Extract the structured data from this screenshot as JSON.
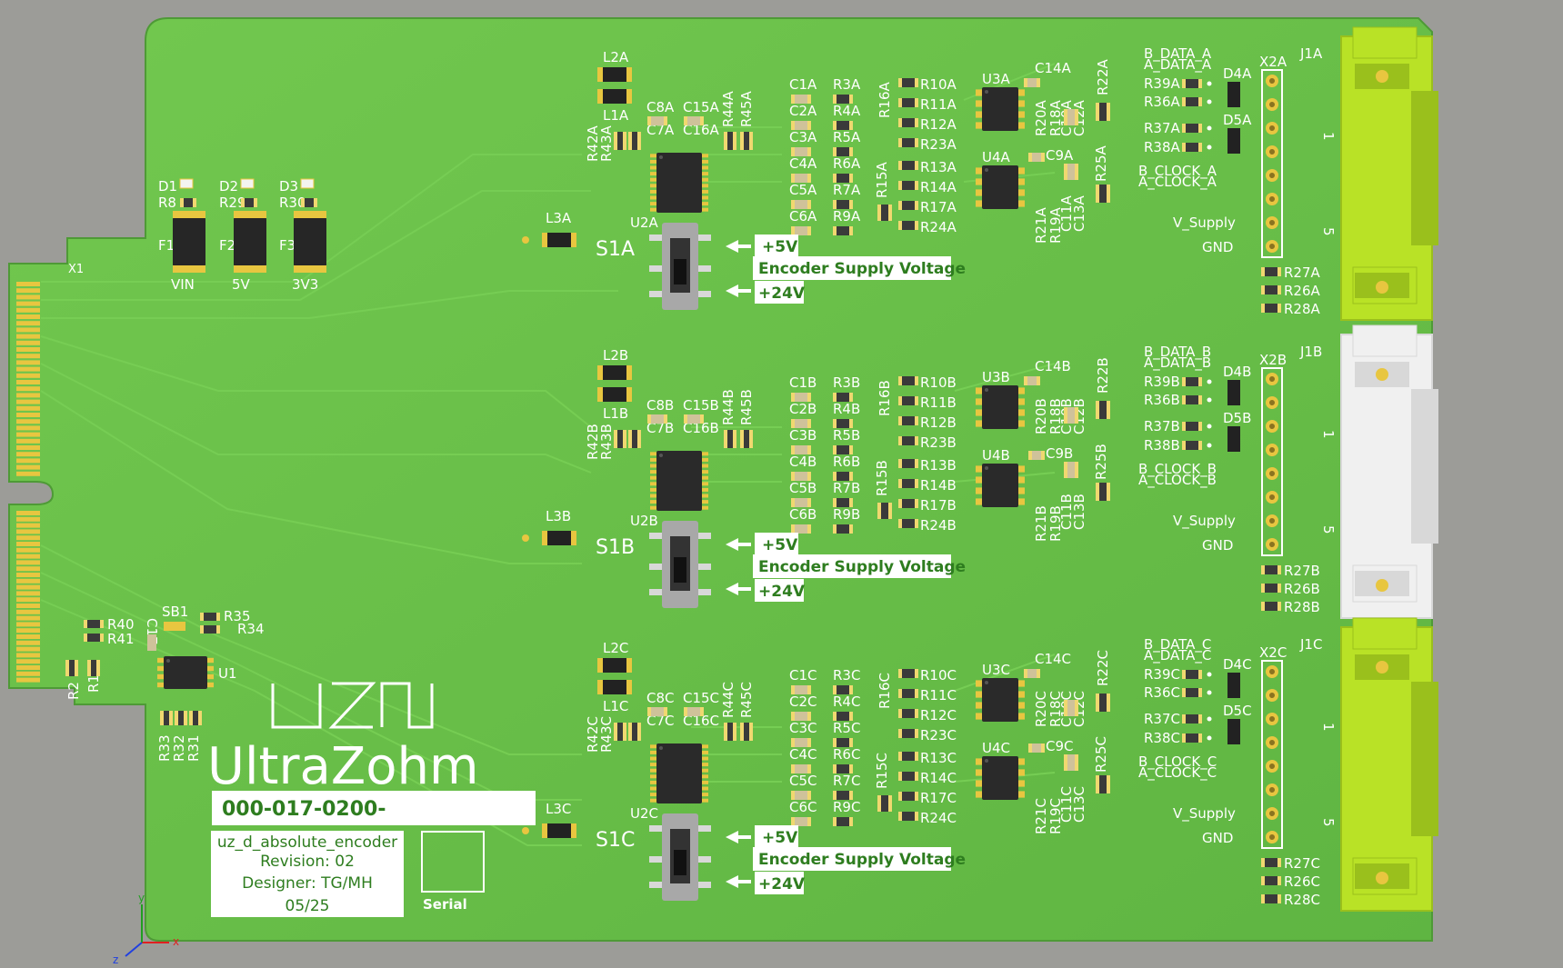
{
  "power": {
    "fuses": [
      "F1",
      "F2",
      "F3"
    ],
    "rails": [
      "VIN",
      "5V",
      "3V3"
    ],
    "leds": [
      "D1",
      "D2",
      "D3"
    ],
    "resistors": [
      "R8",
      "R29",
      "R30"
    ]
  },
  "edge_label": "X1",
  "channels": [
    {
      "id": "A",
      "inductors": [
        "L2A",
        "L1A",
        "L3A"
      ],
      "switch": "S1A",
      "ic_u2": "U2A",
      "caps_top": [
        "C8A",
        "C15A",
        "C7A",
        "C16A"
      ],
      "res_vert": [
        "R42A",
        "R43A",
        "R44A",
        "R45A"
      ],
      "col1": [
        "C1A",
        "C2A",
        "C3A",
        "C4A",
        "C5A",
        "C6A"
      ],
      "col2": [
        "R3A",
        "R4A",
        "R5A",
        "R6A",
        "R7A",
        "R9A"
      ],
      "rv_left": [
        "R16A",
        "R15A"
      ],
      "res_u3": [
        "R10A",
        "R11A",
        "R12A",
        "R23A"
      ],
      "res_u4": [
        "R13A",
        "R14A",
        "R17A",
        "R24A"
      ],
      "ic_u3": "U3A",
      "ic_u4": "U4A",
      "cap_u3": "C14A",
      "cap_u4": "C9A",
      "rv_mid": [
        "R20A",
        "R18A",
        "C10A",
        "C12A",
        "R21A",
        "R19A",
        "C11A",
        "C13A"
      ],
      "rv_right": [
        "R22A",
        "R25A"
      ],
      "sig_top": [
        "B_DATA_A",
        "A_DATA_A"
      ],
      "sig_mid": [
        "B_CLOCK_A",
        "A_CLOCK_A"
      ],
      "supply": "V_Supply",
      "gnd": "GND",
      "res_diode": [
        "R39A",
        "R36A",
        "R37A",
        "R38A"
      ],
      "diodes": [
        "D4A",
        "D5A"
      ],
      "header": "X2A",
      "connector": "J1A",
      "pin1": "1",
      "pin5": "5",
      "res_bottom": [
        "R27A",
        "R26A",
        "R28A"
      ],
      "v5": "+5V",
      "supply_label": "Encoder Supply Voltage",
      "v24": "+24V",
      "connector_color": "#b9e226"
    },
    {
      "id": "B",
      "inductors": [
        "L2B",
        "L1B",
        "L3B"
      ],
      "switch": "S1B",
      "ic_u2": "U2B",
      "caps_top": [
        "C8B",
        "C15B",
        "C7B",
        "C16B"
      ],
      "res_vert": [
        "R42B",
        "R43B",
        "R44B",
        "R45B"
      ],
      "col1": [
        "C1B",
        "C2B",
        "C3B",
        "C4B",
        "C5B",
        "C6B"
      ],
      "col2": [
        "R3B",
        "R4B",
        "R5B",
        "R6B",
        "R7B",
        "R9B"
      ],
      "rv_left": [
        "R16B",
        "R15B"
      ],
      "res_u3": [
        "R10B",
        "R11B",
        "R12B",
        "R23B"
      ],
      "res_u4": [
        "R13B",
        "R14B",
        "R17B",
        "R24B"
      ],
      "ic_u3": "U3B",
      "ic_u4": "U4B",
      "cap_u3": "C14B",
      "cap_u4": "C9B",
      "rv_mid": [
        "R20B",
        "R18B",
        "C10B",
        "C12B",
        "R21B",
        "R19B",
        "C11B",
        "C13B"
      ],
      "rv_right": [
        "R22B",
        "R25B"
      ],
      "sig_top": [
        "B_DATA_B",
        "A_DATA_B"
      ],
      "sig_mid": [
        "B_CLOCK_B",
        "A_CLOCK_B"
      ],
      "supply": "V_Supply",
      "gnd": "GND",
      "res_diode": [
        "R39B",
        "R36B",
        "R37B",
        "R38B"
      ],
      "diodes": [
        "D4B",
        "D5B"
      ],
      "header": "X2B",
      "connector": "J1B",
      "pin1": "1",
      "pin5": "5",
      "res_bottom": [
        "R27B",
        "R26B",
        "R28B"
      ],
      "v5": "+5V",
      "supply_label": "Encoder Supply Voltage",
      "v24": "+24V",
      "connector_color": "#f0f0f0"
    },
    {
      "id": "C",
      "inductors": [
        "L2C",
        "L1C",
        "L3C"
      ],
      "switch": "S1C",
      "ic_u2": "U2C",
      "caps_top": [
        "C8C",
        "C15C",
        "C7C",
        "C16C"
      ],
      "res_vert": [
        "R42C",
        "R43C",
        "R44C",
        "R45C"
      ],
      "col1": [
        "C1C",
        "C2C",
        "C3C",
        "C4C",
        "C5C",
        "C6C"
      ],
      "col2": [
        "R3C",
        "R4C",
        "R5C",
        "R6C",
        "R7C",
        "R9C"
      ],
      "rv_left": [
        "R16C",
        "R15C"
      ],
      "res_u3": [
        "R10C",
        "R11C",
        "R12C",
        "R23C"
      ],
      "res_u4": [
        "R13C",
        "R14C",
        "R17C",
        "R24C"
      ],
      "ic_u3": "U3C",
      "ic_u4": "U4C",
      "cap_u3": "C14C",
      "cap_u4": "C9C",
      "rv_mid": [
        "R20C",
        "R18C",
        "C10C",
        "C12C",
        "R21C",
        "R19C",
        "C11C",
        "C13C"
      ],
      "rv_right": [
        "R22C",
        "R25C"
      ],
      "sig_top": [
        "B_DATA_C",
        "A_DATA_C"
      ],
      "sig_mid": [
        "B_CLOCK_C",
        "A_CLOCK_C"
      ],
      "supply": "V_Supply",
      "gnd": "GND",
      "res_diode": [
        "R39C",
        "R36C",
        "R37C",
        "R38C"
      ],
      "diodes": [
        "D4C",
        "D5C"
      ],
      "header": "X2C",
      "connector": "J1C",
      "pin1": "1",
      "pin5": "5",
      "res_bottom": [
        "R27C",
        "R26C",
        "R28C"
      ],
      "v5": "+5V",
      "supply_label": "Encoder Supply Voltage",
      "v24": "+24V",
      "connector_color": "#b9e226"
    }
  ],
  "misc": {
    "u1": "U1",
    "sb1": "SB1",
    "c17": "C17",
    "r35": "R35",
    "r34": "R34",
    "r40": "R40",
    "r41": "R41",
    "r2": "R2",
    "r1": "R1",
    "r33": "R33",
    "r32": "R32",
    "r31": "R31"
  },
  "logo": {
    "name": "UltraZohm"
  },
  "part_number": "000-017-0200-",
  "info": {
    "project": "uz_d_absolute_encoder",
    "revision": "Revision: 02",
    "designer": "Designer: TG/MH",
    "date": "05/25"
  },
  "serial_label": "Serial",
  "axes": {
    "x": "x",
    "y": "y",
    "z": "z"
  },
  "colors": {
    "board": "#6cc24a",
    "copper": "#e8c640",
    "silkscreen": "#ffffff",
    "background": "#9c9c98"
  }
}
